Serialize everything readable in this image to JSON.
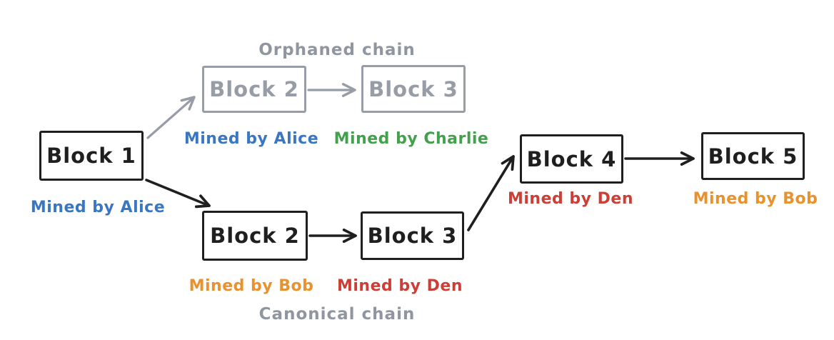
{
  "labels": {
    "orphaned_chain": "Orphaned chain",
    "canonical_chain": "Canonical chain"
  },
  "blocks": {
    "block1": {
      "label": "Block 1",
      "miner": "Mined by Alice"
    },
    "orphan_block2": {
      "label": "Block 2",
      "miner": "Mined by Alice"
    },
    "orphan_block3": {
      "label": "Block 3",
      "miner": "Mined by Charlie"
    },
    "canon_block2": {
      "label": "Block 2",
      "miner": "Mined by Bob"
    },
    "canon_block3": {
      "label": "Block 3",
      "miner": "Mined by Den"
    },
    "block4": {
      "label": "Block 4",
      "miner": "Mined by Den"
    },
    "block5": {
      "label": "Block 5",
      "miner": "Mined by Bob"
    }
  },
  "colors": {
    "ink_black": "#1f1f1f",
    "orphan_gray": "#969da7",
    "chain_label_gray": "#8f969f",
    "miner_blue": "#3a77c2",
    "miner_green": "#43a04c",
    "miner_orange": "#e8922e",
    "miner_red": "#cd3f36",
    "background": "#ffffff"
  }
}
